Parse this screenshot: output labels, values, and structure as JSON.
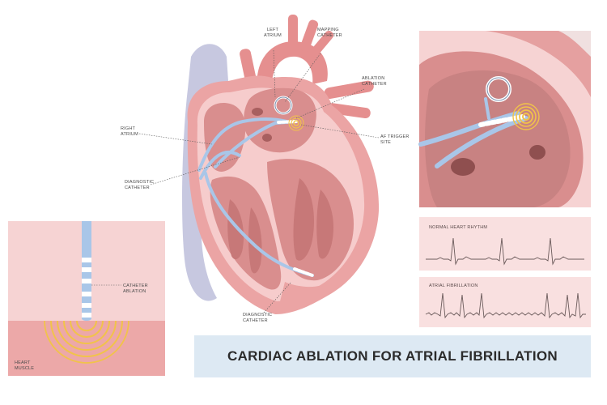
{
  "labels": {
    "left_atrium": [
      "LEFT",
      "ATRIUM"
    ],
    "mapping_catheter": [
      "MAPPING",
      "CATHETER"
    ],
    "ablation_catheter": [
      "ABLATION",
      "CATHETER"
    ],
    "right_atrium": [
      "RIGHT",
      "ATRIUM"
    ],
    "af_trigger_site": [
      "AF TRIGGER",
      "SITE"
    ],
    "diagnostic_catheter_upper": [
      "DIAGNOSTIC",
      "CATHETER"
    ],
    "diagnostic_catheter_lower": [
      "DIAGNOSTIC",
      "CATHETER"
    ],
    "catheter_ablation": [
      "CATHETER",
      "ABLATION"
    ],
    "heart_muscle": [
      "HEART",
      "MUSCLE"
    ]
  },
  "ecg": {
    "normal_title": "NORMAL HEART RHYTHM",
    "afib_title": "ATRIAL FIBRILLATION"
  },
  "title": "CARDIAC ABLATION FOR ATRIAL FIBRILLATION",
  "colors": {
    "heart_outer": "#eba4a4",
    "heart_inner": "#f6cccc",
    "heart_chamber": "#d98e8e",
    "aorta": "#e58f8f",
    "vein": "#c7c8e0",
    "catheter": "#a9c6e8",
    "ablation_ring": "#f1c34a",
    "panel_bg": "#f6d3d3",
    "title_bg": "#dde9f3"
  }
}
